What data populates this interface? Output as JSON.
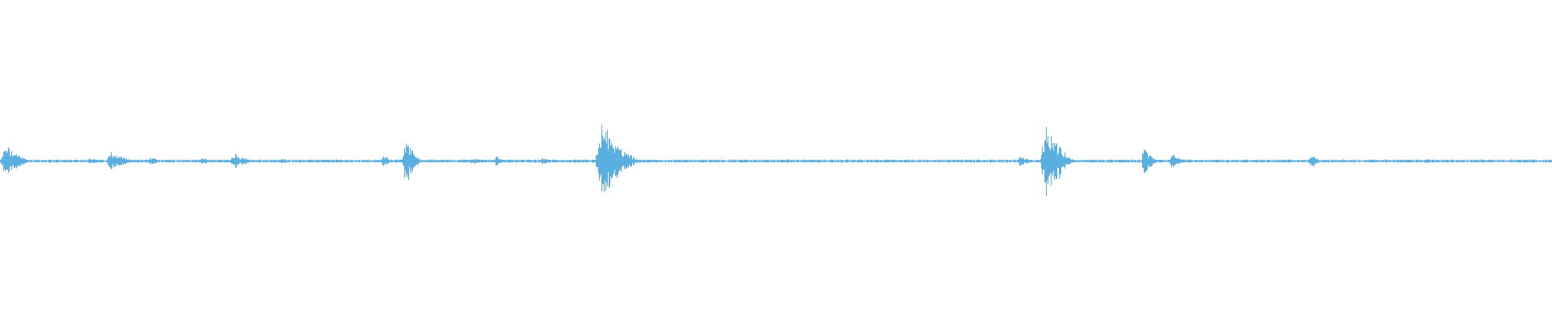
{
  "waveform": {
    "color": "#5aaee0",
    "background": "#ffffff",
    "baseline_amplitude": 0.004,
    "bursts": [
      {
        "position": 0.0,
        "width": 0.022,
        "amplitude": 0.05
      },
      {
        "position": 0.056,
        "width": 0.01,
        "amplitude": 0.012
      },
      {
        "position": 0.068,
        "width": 0.022,
        "amplitude": 0.03
      },
      {
        "position": 0.095,
        "width": 0.012,
        "amplitude": 0.012
      },
      {
        "position": 0.128,
        "width": 0.01,
        "amplitude": 0.012
      },
      {
        "position": 0.148,
        "width": 0.018,
        "amplitude": 0.025
      },
      {
        "position": 0.18,
        "width": 0.01,
        "amplitude": 0.01
      },
      {
        "position": 0.245,
        "width": 0.012,
        "amplitude": 0.018
      },
      {
        "position": 0.259,
        "width": 0.014,
        "amplitude": 0.075
      },
      {
        "position": 0.302,
        "width": 0.012,
        "amplitude": 0.012
      },
      {
        "position": 0.318,
        "width": 0.01,
        "amplitude": 0.016
      },
      {
        "position": 0.348,
        "width": 0.01,
        "amplitude": 0.012
      },
      {
        "position": 0.383,
        "width": 0.032,
        "amplitude": 0.11
      },
      {
        "position": 0.655,
        "width": 0.014,
        "amplitude": 0.016
      },
      {
        "position": 0.67,
        "width": 0.024,
        "amplitude": 0.12
      },
      {
        "position": 0.735,
        "width": 0.012,
        "amplitude": 0.045
      },
      {
        "position": 0.753,
        "width": 0.012,
        "amplitude": 0.025
      },
      {
        "position": 0.843,
        "width": 0.01,
        "amplitude": 0.022
      },
      {
        "position": 0.918,
        "width": 0.006,
        "amplitude": 0.01
      }
    ]
  }
}
